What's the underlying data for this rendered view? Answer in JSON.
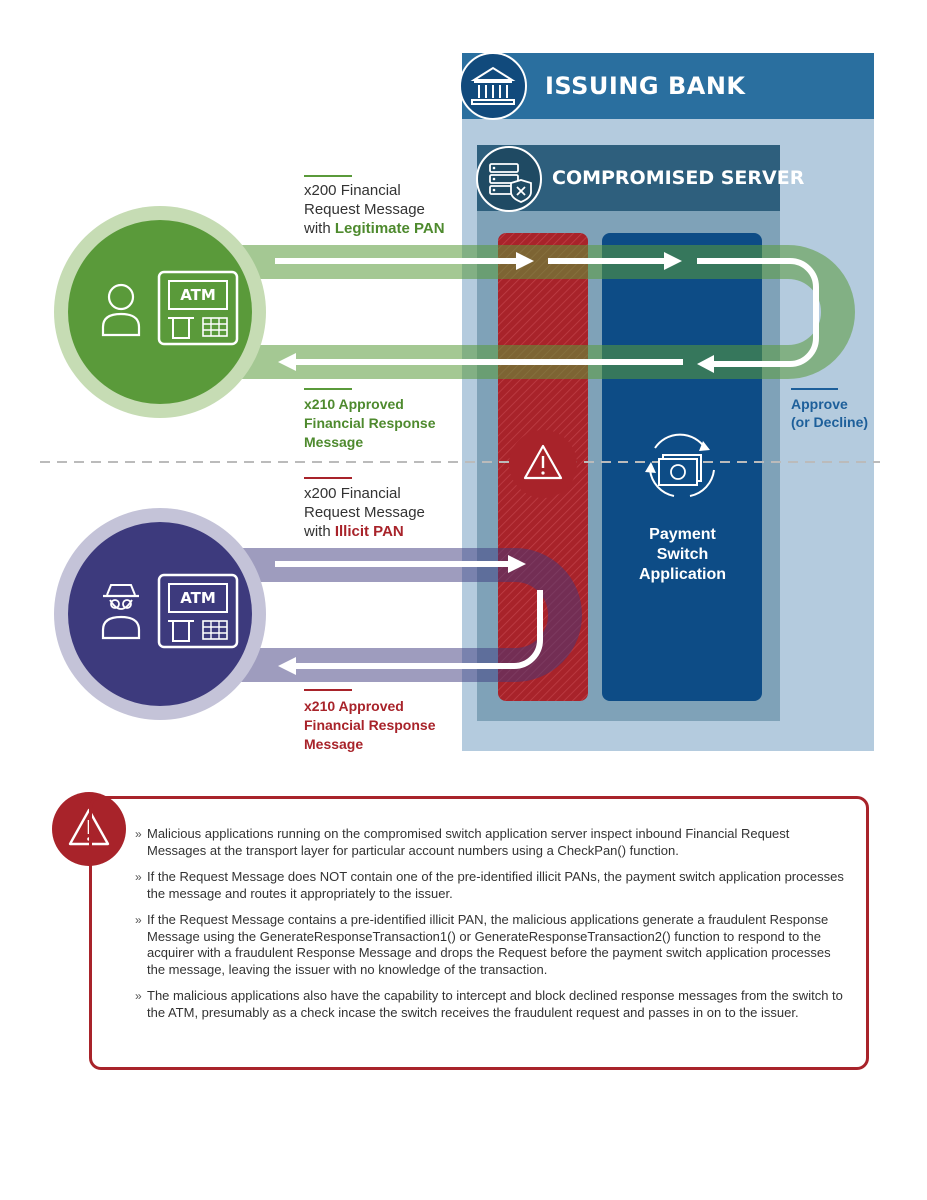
{
  "issuing_bank": {
    "title": "ISSUING BANK",
    "icon": "bank-icon",
    "header_color": "#2a6f9f",
    "panel_color": "#b4cbde"
  },
  "compromised_server": {
    "title": "COMPROMISED SERVER",
    "icon": "server-shield-icon",
    "color": "#2e5f7d"
  },
  "legitimate_flow": {
    "actor_icon": "person-icon",
    "atm_label": "ATM",
    "request": {
      "line1": "x200 Financial",
      "line2": "Request Message",
      "line3_prefix": "with ",
      "highlight": "Legitimate PAN"
    },
    "response": [
      "x210 Approved",
      "Financial Response",
      "Message"
    ],
    "color": "#5a9a3a"
  },
  "illicit_flow": {
    "actor_icon": "spy-icon",
    "atm_label": "ATM",
    "request": {
      "line1": "x200 Financial",
      "line2": "Request Message",
      "line3_prefix": "with ",
      "highlight": "Illicit PAN"
    },
    "response": [
      "x210 Approved",
      "Financial Response",
      "Message"
    ],
    "color": "#3d3a7d"
  },
  "approve_label": [
    "Approve",
    "(or Decline)"
  ],
  "payment_switch": {
    "label": [
      "Payment",
      "Switch",
      "Application"
    ],
    "icon": "money-cycle-icon",
    "color": "#0d4c86"
  },
  "malicious_column": {
    "icon": "warning-icon",
    "color": "#a8232a"
  },
  "notes": {
    "icon": "warning-icon",
    "items": [
      "Malicious applications running on the compromised switch application server inspect inbound Financial Request Messages at the transport layer for particular account numbers using a CheckPan() function.",
      "If the Request Message does NOT contain one of the pre-identified illicit PANs, the payment switch application processes the message and routes it appropriately to the issuer.",
      "If the Request Message contains a pre-identified illicit PAN, the malicious applications generate a fraudulent Response Message using the GenerateResponseTransaction1() or GenerateResponseTransaction2() function to respond to the acquirer with a fraudulent Response Message and drops the Request before the payment switch application processes the message, leaving the issuer with no knowledge of the transaction.",
      "The malicious applications also have the capability to intercept and block declined response messages from the switch to the ATM, presumably as a check incase the switch receives the fraudulent request and passes in on to the issuer."
    ]
  }
}
